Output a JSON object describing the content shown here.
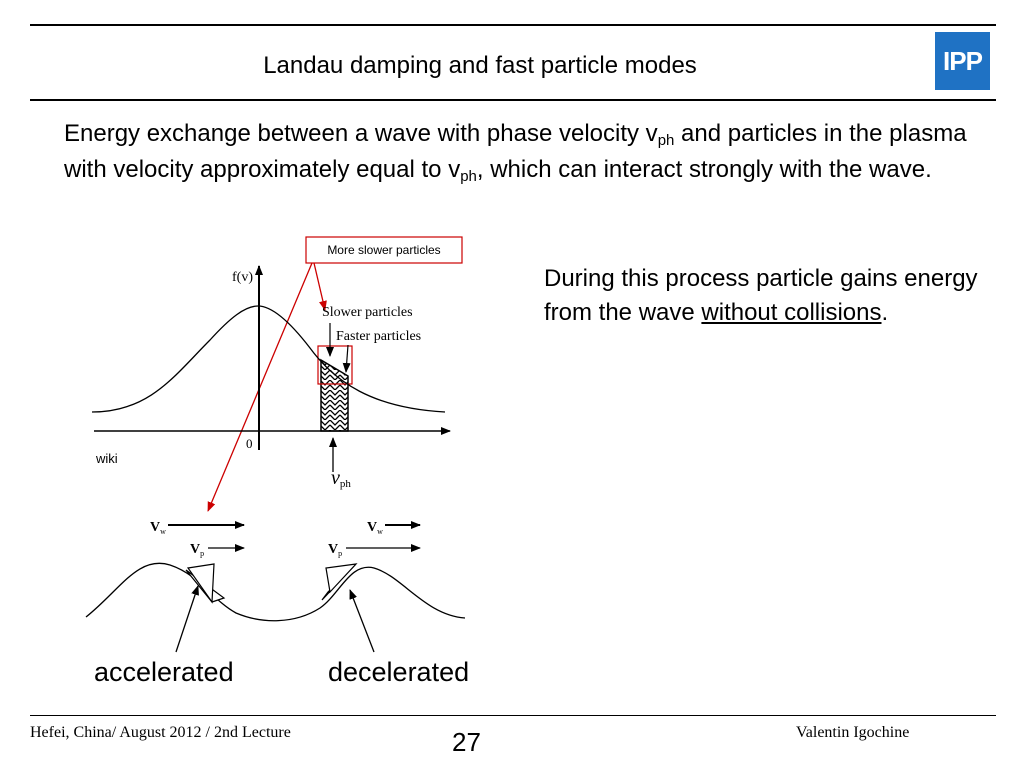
{
  "header": {
    "title": "Landau damping and fast particle modes",
    "logo_text": "IPP",
    "logo_color": "#1f72c4"
  },
  "intro": {
    "part1": "Energy exchange between a wave with phase velocity v",
    "sub1": "ph",
    "part2": " and particles in the plasma with velocity approximately equal to v",
    "sub2": "ph",
    "part3": ", which can interact strongly with the wave."
  },
  "right_text": {
    "part1": "During this process particle gains energy from the wave ",
    "underlined": "without collisions",
    "part2": "."
  },
  "diagram": {
    "callout": "More slower particles",
    "y_axis_label": "f(v)",
    "origin_label": "0",
    "slower_label": "Slower particles",
    "faster_label": "Faster particles",
    "vph_main": "v",
    "vph_sub": "ph",
    "source": "wiki",
    "wave_vw_main": "V",
    "wave_vw_sub": "w",
    "wave_vp_main": "V",
    "wave_vp_sub": "p",
    "callout_color": "#cc0000"
  },
  "labels": {
    "accelerated": "accelerated",
    "decelerated": "decelerated"
  },
  "footer": {
    "left": "Hefei, China/ August 2012 / 2nd Lecture",
    "page": "27",
    "right": "Valentin Igochine"
  }
}
